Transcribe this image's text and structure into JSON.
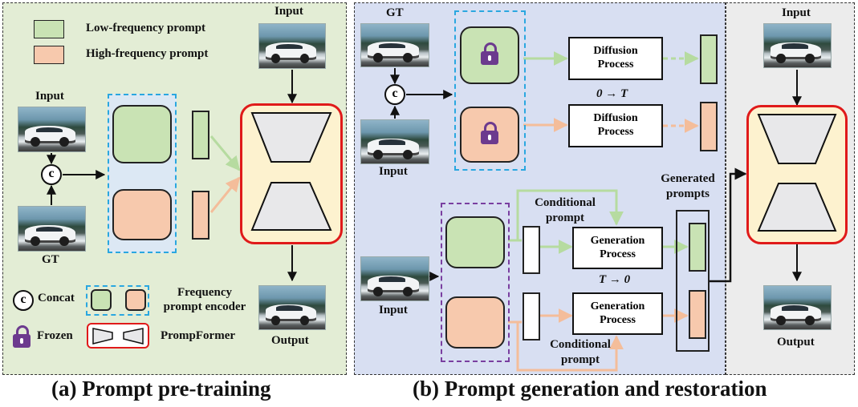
{
  "legend": {
    "low_frequency": "Low-frequency prompt",
    "high_frequency": "High-frequency prompt",
    "concat_symbol": "c",
    "concat": "Concat",
    "frozen": "Frozen",
    "frequency_prompt_encoder": "Frequency prompt encoder",
    "prompformer": "PrompFormer"
  },
  "panel_a": {
    "input_top": "Input",
    "input_left": "Input",
    "gt": "GT",
    "output": "Output",
    "caption": "(a) Prompt pre-training"
  },
  "panel_b": {
    "gt": "GT",
    "input_mid": "Input",
    "input_bottom": "Input",
    "diffusion_process": "Diffusion Process",
    "forward_time": "0 → T",
    "reverse_time": "T → 0",
    "generation_process": "Generation Process",
    "conditional_prompt": "Conditional prompt",
    "generated_prompts": "Generated prompts",
    "caption": "(b) Prompt generation and  restoration"
  },
  "panel_c": {
    "input": "Input",
    "output": "Output"
  },
  "colors": {
    "panel_a_bg": "#e3edd5",
    "panel_b_bg": "#d8dff2",
    "panel_c_bg": "#ececec",
    "low_frequency": "#c9e3b4",
    "high_frequency": "#f7c9ad",
    "encoder_border": "#2aa7e0",
    "generator_border": "#7a3fa0",
    "former_border": "#e01a1a",
    "former_fill": "#fdf2cf",
    "lock": "#6c3a8e"
  },
  "icons": [
    "concat-icon",
    "lock-icon",
    "car-photo"
  ]
}
